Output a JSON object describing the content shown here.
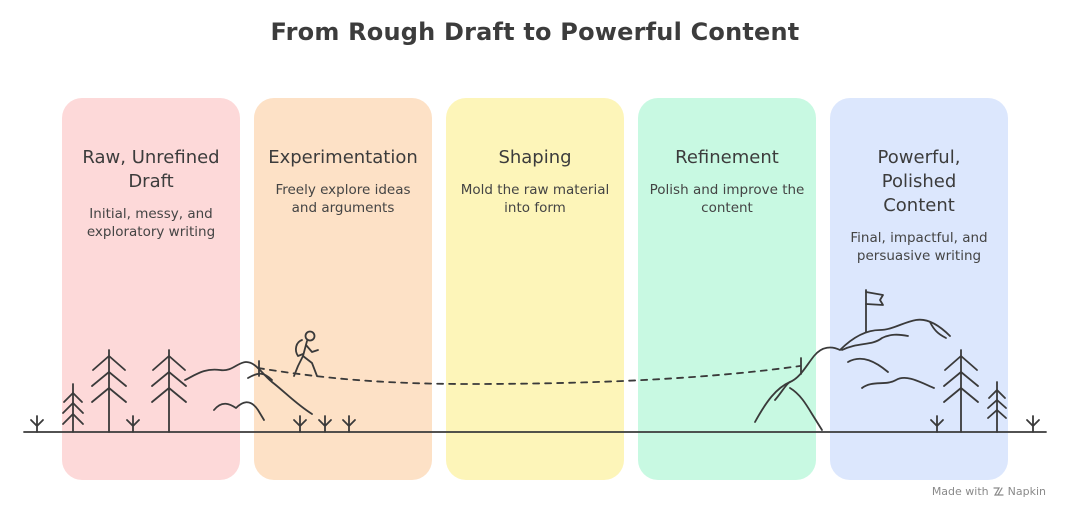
{
  "title": "From Rough Draft to Powerful Content",
  "stages": [
    {
      "title": "Raw, Unrefined Draft",
      "description": "Initial, messy, and exploratory writing",
      "color": "#fdd9d9"
    },
    {
      "title": "Experimentation",
      "description": "Freely explore ideas and arguments",
      "color": "#fde1c6"
    },
    {
      "title": "Shaping",
      "description": "Mold the raw material into form",
      "color": "#fdf5b9"
    },
    {
      "title": "Refinement",
      "description": "Polish and improve the content",
      "color": "#c8f9e2"
    },
    {
      "title": "Powerful, Polished Content",
      "description": "Final, impactful, and persuasive writing",
      "color": "#dce7fd"
    }
  ],
  "footer": {
    "made_with": "Made with",
    "brand": "Napkin"
  },
  "icons": [
    "tree-icon",
    "hill-icon",
    "hiker-icon",
    "flag-icon",
    "mountain-icon",
    "grass-icon",
    "napkin-logo-icon"
  ]
}
